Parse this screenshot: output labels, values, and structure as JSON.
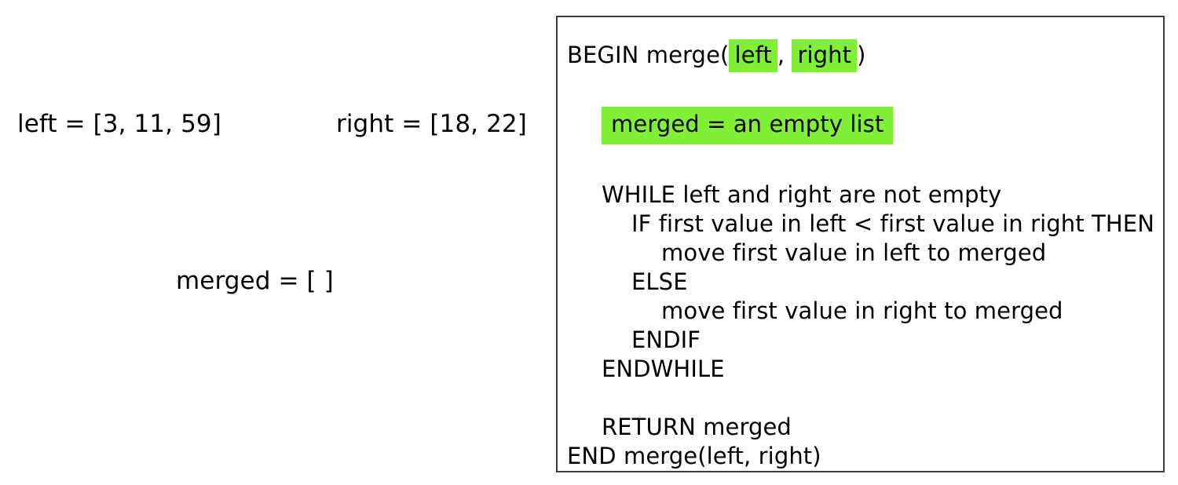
{
  "state_panel": {
    "left_var": "left = [3, 11, 59]",
    "right_var": "right = [18, 22]",
    "merged_var": "merged = [ ]"
  },
  "pseudocode": {
    "highlight_color": "#80f036",
    "border_color": "#3b3b3b",
    "header": {
      "begin_text": "BEGIN merge(",
      "param_left": "left",
      "separator": ",",
      "param_right": "right",
      "close_paren": ")"
    },
    "init_line": "merged = an empty list",
    "lines": [
      "WHILE left and right are not empty",
      "IF first value in left < first value in right THEN",
      "move first value in left to merged",
      "ELSE",
      "move first value in right to merged",
      "ENDIF",
      "ENDWHILE",
      "RETURN merged",
      "END merge(left, right)"
    ]
  }
}
